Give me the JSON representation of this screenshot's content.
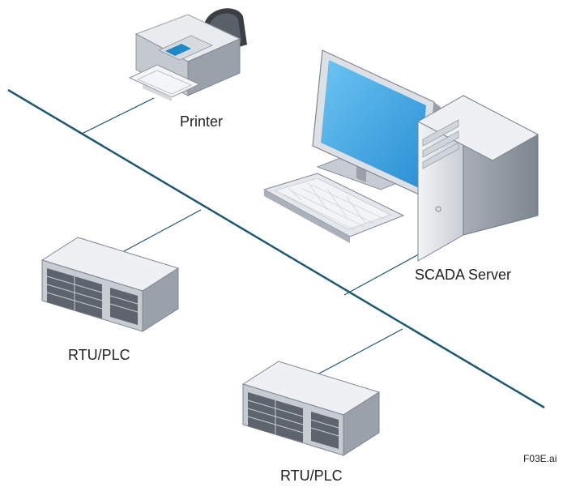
{
  "nodes": {
    "printer": {
      "label": "Printer",
      "icon": "printer-icon"
    },
    "scada_server": {
      "label": "SCADA Server",
      "icon": "desktop-computer-icon"
    },
    "rtu_plc_left": {
      "label": "RTU/PLC",
      "icon": "rack-server-icon"
    },
    "rtu_plc_bottom": {
      "label": "RTU/PLC",
      "icon": "rack-server-icon"
    }
  },
  "figure_code": "F03E.ai",
  "colors": {
    "network_line": "#1d5970",
    "device_light": "#eef0f3",
    "device_mid": "#c7ccd3",
    "device_dark": "#8a929c",
    "screen": "#3fa3e0",
    "printer_accent": "#1e88c8",
    "text": "#231f20"
  }
}
